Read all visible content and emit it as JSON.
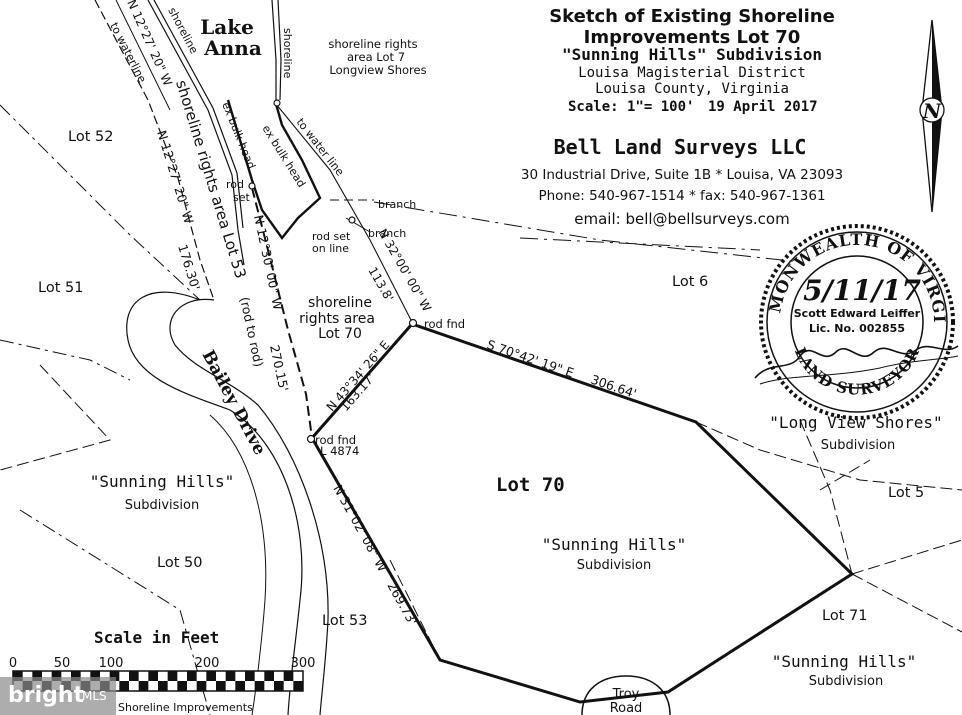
{
  "title": {
    "line1": "Sketch of Existing Shoreline",
    "line2": "Improvements Lot 70",
    "line3": "\"Sunning Hills\" Subdivision",
    "line4": "Louisa Magisterial District",
    "line5": "Louisa County, Virginia",
    "scale": "Scale: 1\"= 100'",
    "date": "19 April 2017"
  },
  "surveyor": {
    "name": "Bell Land Surveys LLC",
    "address": "30 Industrial Drive, Suite 1B * Louisa, VA 23093",
    "phone": "Phone: 540-967-1514 * fax: 540-967-1361",
    "email": "email: bell@bellsurveys.com"
  },
  "seal": {
    "ring_top": "COMMONWEALTH OF VIRGINIA",
    "ring_bottom": "LAND SURVEYOR",
    "name": "Scott Edward Leiffer",
    "license": "Lic. No. 002855",
    "date_handwritten": "5/11/17",
    "seal_color": "#1a1a1a"
  },
  "north_arrow": {
    "letter": "N"
  },
  "labels": {
    "lake_line1": "Lake",
    "lake_line2": "Anna",
    "shoreline_rights_lot7_l1": "shoreline rights",
    "shoreline_rights_lot7_l2": "area Lot 7",
    "shoreline_rights_lot7_l3": "Longview Shores",
    "shoreline_a": "shoreline",
    "shoreline_b": "shoreline",
    "to_waterline_a": "to waterline",
    "to_waterline_b": "to water line",
    "bearing_nw_top": "N 12°27' 20\" W",
    "bearing_nw_mid": "N 12°27' 20\" W",
    "dist_176": "176.30'",
    "shoreline_rights_lot53": "shoreline rights area Lot 53",
    "ex_bulk_head_a": "ex bulk head",
    "ex_bulk_head_b": "ex bulk head",
    "rod_set_l1": "rod",
    "rod_set_l2": "set",
    "bearing_12_30": "N 12°30' 00\" W",
    "rod_to_rod": "(rod to rod)",
    "dist_270": "270.15'",
    "branch_a": "branch",
    "branch_b": "branch",
    "rod_set_on_line_l1": "rod set",
    "rod_set_on_line_l2": "on line",
    "bearing_32": "N 32°00' 00\" W",
    "dist_113": "113.8'",
    "rod_fnd_a": "rod fnd",
    "sra70_l1": "shoreline",
    "sra70_l2": "rights area",
    "sra70_l3": "Lot 70",
    "bearing_43": "N 43°34' 26\" E",
    "dist_163": "163.17'",
    "bearing_s70": "S 70°42' 19\" E",
    "dist_306": "306.64'",
    "rod_fnd_b": "rod fnd",
    "l4874": "L 4874",
    "bearing_31": "N 31°02' 08\" W",
    "dist_269": "269.73'",
    "lot52": "Lot 52",
    "lot51": "Lot 51",
    "lot6": "Lot 6",
    "lot5": "Lot 5",
    "lot50": "Lot 50",
    "lot53": "Lot 53",
    "lot70": "Lot 70",
    "lot71": "Lot 71",
    "bailey_drive": "Bailey Drive",
    "troy_road_l1": "Troy",
    "troy_road_l2": "Road",
    "sunning_hills_left": "\"Sunning Hills\"",
    "sunning_hills_center": "\"Sunning Hills\"",
    "sunning_hills_right": "\"Sunning Hills\"",
    "subdivision": "Subdivision",
    "long_view_shores": "\"Long View Shores\"",
    "scale_in_feet": "Scale in Feet",
    "scale_ticks": [
      "0",
      "50",
      "100",
      "200",
      "300"
    ]
  },
  "watermark": {
    "brand": "bright",
    "suffix": "MLS",
    "caption": "Shoreline Improvements"
  }
}
